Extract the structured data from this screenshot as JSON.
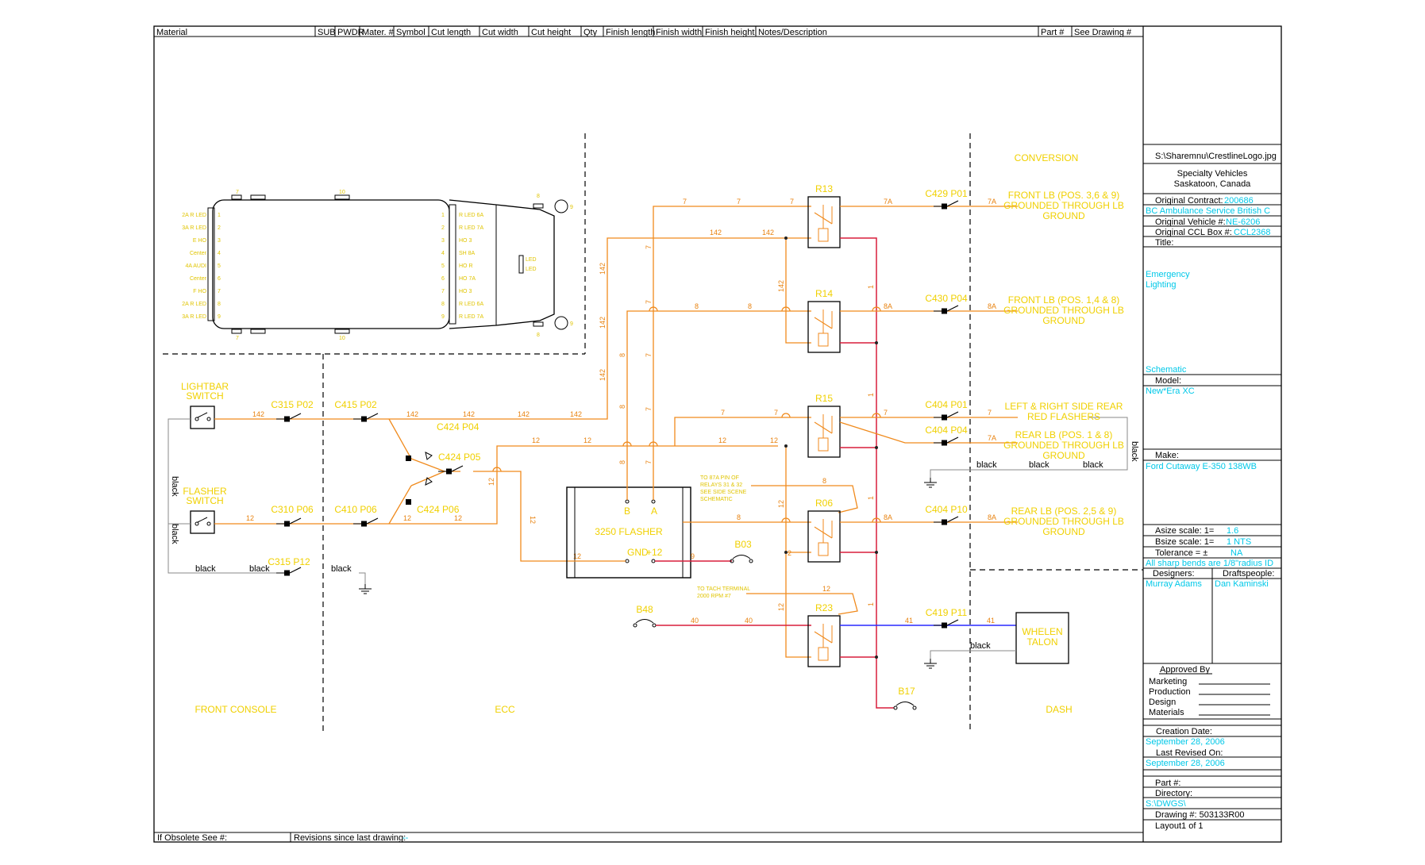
{
  "header": {
    "columns": [
      "Material",
      "SUB",
      "PWDR",
      "Mater. #",
      "Symbol",
      "Cut length",
      "Cut width",
      "Cut height",
      "Qty",
      "Finish length",
      "Finish width",
      "Finish height",
      "Notes/Description",
      "Part #",
      "See Drawing #"
    ]
  },
  "footer": {
    "obsolete_label": "If Obsolete See #:",
    "revisions_label": "Revisions since last drawing:",
    "revisions_value": "--"
  },
  "title_block": {
    "logo_path": "S:\\Sharemnu\\CrestlineLogo.jpg",
    "company_line1": "Specialty Vehicles",
    "company_line2": "Saskatoon, Canada",
    "original_contract_label": "Original Contract:",
    "original_contract_value": "200686",
    "customer_value": "BC Ambulance Service British C",
    "original_vehicle_label": "Original Vehicle #:",
    "original_vehicle_value": "NE-6206",
    "original_ccl_label": "Original CCL Box #:",
    "original_ccl_value": "CCL2368",
    "title_label": "Title:",
    "title_value_1": "Emergency",
    "title_value_2": "Lighting",
    "title_value_3": "Schematic",
    "model_label": "Model:",
    "model_value": "New*Era XC",
    "make_label": "Make:",
    "make_value": "Ford Cutaway E-350 138WB",
    "asize_label": "Asize scale: 1=",
    "asize_value": "1.6",
    "bsize_label": "Bsize scale: 1=",
    "bsize_value": "1  NTS",
    "tolerance_label": "Tolerance = ±",
    "tolerance_value": "NA",
    "bends_note": "All sharp bends are 1/8\"radius ID",
    "designers_label": "Designers:",
    "designers_value": "Murray Adams",
    "draftspeople_label": "Draftspeople:",
    "draftspeople_value": "Dan Kaminski",
    "approved_label": "Approved By",
    "approvals": [
      "Marketing",
      "Production",
      "Design",
      "Materials"
    ],
    "creation_label": "Creation Date:",
    "creation_value": "September 28, 2006",
    "revised_label": "Last Revised On:",
    "revised_value": "September 28, 2006",
    "part_label": "Part #:",
    "directory_label": "Directory:",
    "directory_value": "S:\\DWGS\\",
    "drawing_label": "Drawing #: 503133R00",
    "layout_label": "Layout1 of 1"
  },
  "zones": {
    "front_console": "FRONT CONSOLE",
    "ecc": "ECC",
    "dash": "DASH",
    "conversion": "CONVERSION"
  },
  "components": {
    "lightbar_switch_1": "LIGHTBAR",
    "lightbar_switch_2": "SWITCH",
    "flasher_switch_1": "FLASHER",
    "flasher_switch_2": "SWITCH",
    "flasher_unit": "3250 FLASHER",
    "flasher_gnd": "GND",
    "flasher_12": "+12",
    "flasher_b": "B",
    "flasher_a": "A",
    "whelen_1": "WHELEN",
    "whelen_2": "TALON",
    "b03": "B03",
    "b48": "B48",
    "b17": "B17",
    "relays": [
      "R13",
      "R14",
      "R15",
      "R06",
      "R23"
    ],
    "note_1": [
      "TO 87A PIN OF",
      "RELAYS 31 & 32",
      "SEE SIDE SCENE",
      "SCHEMATIC"
    ],
    "note_2": [
      "TO TACH TERMINAL",
      "2000 RPM #7"
    ]
  },
  "connectors": {
    "c315_p02": "C315 P02",
    "c415_p02": "C415 P02",
    "c424_p04": "C424 P04",
    "c424_p05": "C424 P05",
    "c424_p06": "C424 P06",
    "c310_p06": "C310 P06",
    "c410_p06": "C410 P06",
    "c315_p12": "C315 P12",
    "c429_p01": "C429 P01",
    "c430_p04": "C430 P04",
    "c404_p01": "C404 P01",
    "c404_p04": "C404 P04",
    "c404_p10": "C404 P10",
    "c419_p11": "C419 P11"
  },
  "outputs": {
    "front_lb_369": [
      "FRONT LB (POS. 3,6 & 9)",
      "GROUNDED THROUGH LB",
      "GROUND"
    ],
    "front_lb_147": [
      "FRONT LB (POS. 1,4 & 8)",
      "GROUNDED THROUGH LB",
      "GROUND"
    ],
    "side_rear": [
      "LEFT & RIGHT SIDE REAR",
      "RED FLASHERS"
    ],
    "rear_lb_18": [
      "REAR LB (POS. 1 & 8)",
      "GROUNDED THROUGH LB",
      "GROUND"
    ],
    "rear_lb_259": [
      "REAR LB (POS. 2,5 & 9)",
      "GROUNDED THROUGH LB",
      "GROUND"
    ]
  },
  "wire_labels": {
    "w142": "142",
    "w12": "12",
    "w7": "7",
    "w8": "8",
    "w7a": "7A",
    "w8a": "8A",
    "w9": "9",
    "w40": "40",
    "w41": "41",
    "w1": "1",
    "w2": "2",
    "black": "black"
  },
  "vehicle": {
    "left_labels": [
      "2A R LED",
      "3A R LED",
      "E HO",
      "Center",
      "4A AUDI",
      "Center",
      "F HO",
      "2A R LED",
      "3A R LED"
    ],
    "left_nums": [
      "1",
      "2",
      "3",
      "4",
      "5",
      "6",
      "7",
      "8",
      "9"
    ],
    "right_labels": [
      "R LED 6A",
      "R LED 7A",
      "HO 3",
      "SH 8A",
      "HO R",
      "HO 7A",
      "HO 3",
      "R LED 6A",
      "R LED 7A"
    ],
    "right_nums": [
      "1",
      "2",
      "3",
      "4",
      "5",
      "6",
      "7",
      "8",
      "9"
    ],
    "top_nums": [
      "7",
      "10",
      "8",
      "9"
    ],
    "bottom_nums": [
      "7",
      "10",
      "8",
      "9"
    ],
    "led": [
      "LED",
      "LED"
    ]
  },
  "colors": {
    "orange_wire": "#f08a1c",
    "red_wire": "#d81e3c",
    "blue_wire": "#2a2aff",
    "label_yellow": "#f0d000",
    "label_cyan": "#00c8e8"
  }
}
